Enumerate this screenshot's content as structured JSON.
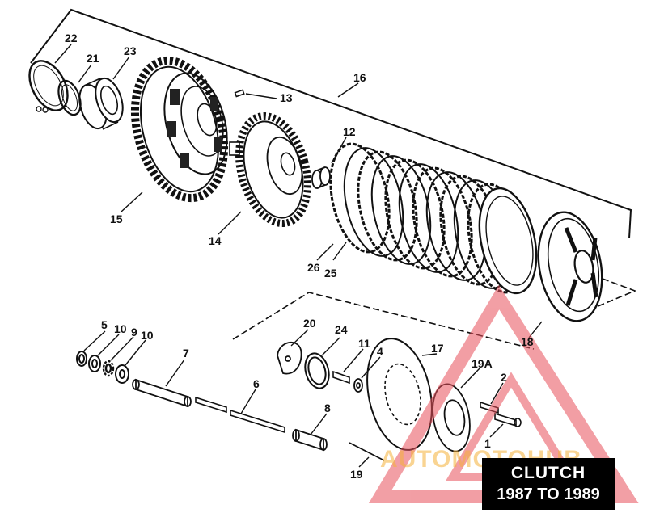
{
  "title_box": {
    "line1": "CLUTCH",
    "line2": "1987 TO 1989"
  },
  "watermark": {
    "text": "AUTOMOTOHUB",
    "color": "#f3a63a",
    "triangle_color": "#e8505b"
  },
  "callouts": {
    "n1": "1",
    "n2": "2",
    "n4": "4",
    "n5": "5",
    "n6": "6",
    "n7": "7",
    "n8": "8",
    "n9": "9",
    "n10a": "10",
    "n10b": "10",
    "n11": "11",
    "n12": "12",
    "n13": "13",
    "n14": "14",
    "n15": "15",
    "n16": "16",
    "n17": "17",
    "n18": "18",
    "n19": "19",
    "n19a": "19A",
    "n20": "20",
    "n21": "21",
    "n22": "22",
    "n23": "23",
    "n24": "24",
    "n25": "25",
    "n26": "26"
  }
}
